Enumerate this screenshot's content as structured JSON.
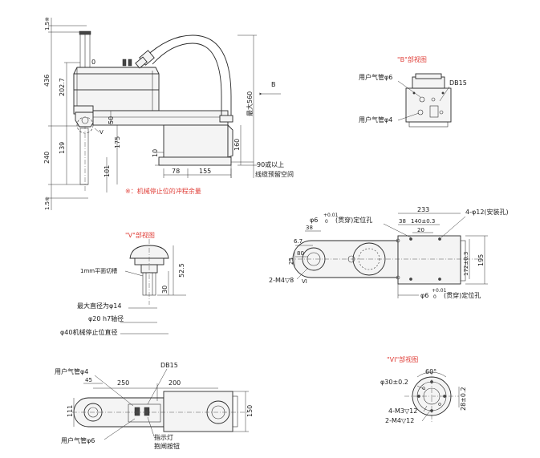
{
  "main_view": {
    "dims_vertical": [
      "1.5※",
      "436",
      "202.7",
      "240",
      "139",
      "1.5※"
    ],
    "dims_inner": [
      "50",
      "175",
      "101",
      "10"
    ],
    "dim_160": "160",
    "max_560": "最大560",
    "zero": "0",
    "bottom_dims": [
      "78",
      "155"
    ],
    "cable_note_1": "90或以上",
    "cable_note_2": "线缆预留空间",
    "stroke_note": "※：机械停止位的冲程余量",
    "view_arrow_label": "B",
    "view_v_tag": "V"
  },
  "view_b": {
    "title": "\"B\"部视图",
    "label_air_6": "用户气管φ6",
    "label_air_4": "用户气管φ4",
    "label_db15": "DB15"
  },
  "top_view": {
    "hole_label_top": "(贯穿)定位孔",
    "hole_tol_top": "+0.01",
    "hole_tol_top_low": "0",
    "hole_dia_top": "φ6",
    "dims": [
      "38",
      "233",
      "38",
      "140±0.3",
      "20",
      "6.7",
      "80",
      "25",
      "172±0.3",
      "195"
    ],
    "mount_holes": "4-φ12(安装孔)",
    "thread_label": "2-M4▽8",
    "v1_tag": "VI",
    "hole_label_bottom": "(贯穿)定位孔",
    "hole_dia_bottom": "φ6",
    "hole_tol_bottom": "+0.01",
    "hole_tol_bottom_low": "0"
  },
  "view_v": {
    "title": "\"V\"部视图",
    "flat_label": "1mm平面切槽",
    "dim_52_5": "52.5",
    "dim_30": "30",
    "max_dia": "最大直径为φ14",
    "shaft_dia": "φ20  h7轴径",
    "stop_dia": "φ40机械停止位直径"
  },
  "bottom_view": {
    "label_air_4": "用户气管φ4",
    "label_db15": "DB15",
    "dims": [
      "45",
      "250",
      "200"
    ],
    "dim_111": "111",
    "dim_150": "150",
    "label_air_6": "用户气管φ6",
    "label_indicator": "指示灯",
    "label_brake": "抱闸按钮"
  },
  "view_vi": {
    "title": "\"VI\"部视图",
    "angle": "60°",
    "dia": "φ30±0.2",
    "dim_28": "28±0.2",
    "thread_m3": "4-M3▽12",
    "thread_m4": "2-M4▽12"
  }
}
